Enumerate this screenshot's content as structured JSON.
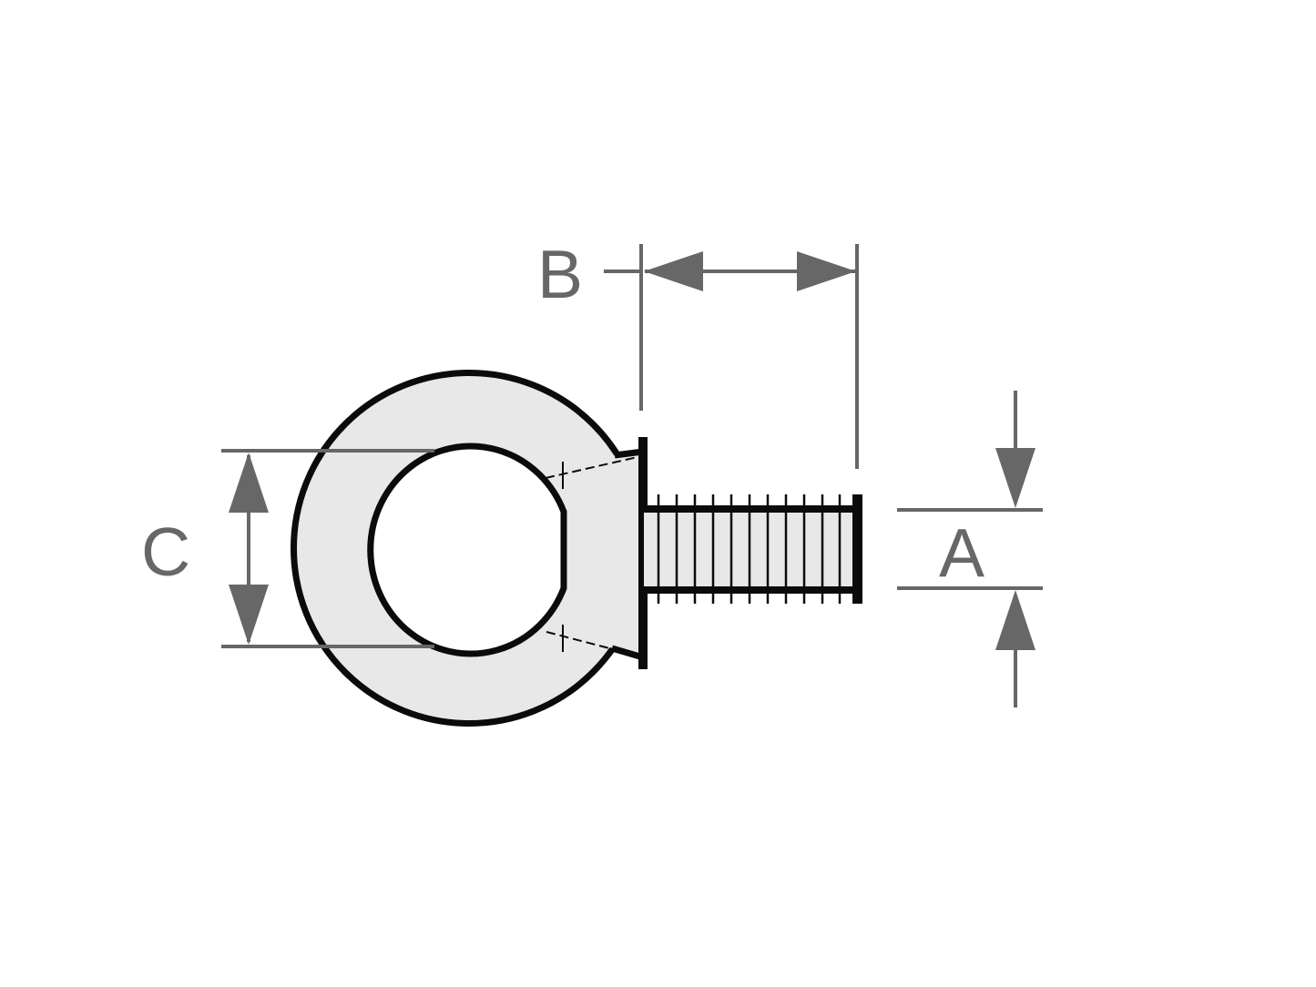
{
  "drawing": {
    "type": "technical-dimension-diagram",
    "part": "eye-bolt-side-view",
    "labels": {
      "b": "B",
      "c": "C",
      "a": "A"
    },
    "colors": {
      "background": "#ffffff",
      "outline": "#0b0b0b",
      "metal_fill": "#e8e8e8",
      "hole_fill": "#ffffff",
      "dimension_gray": "#676767"
    }
  }
}
